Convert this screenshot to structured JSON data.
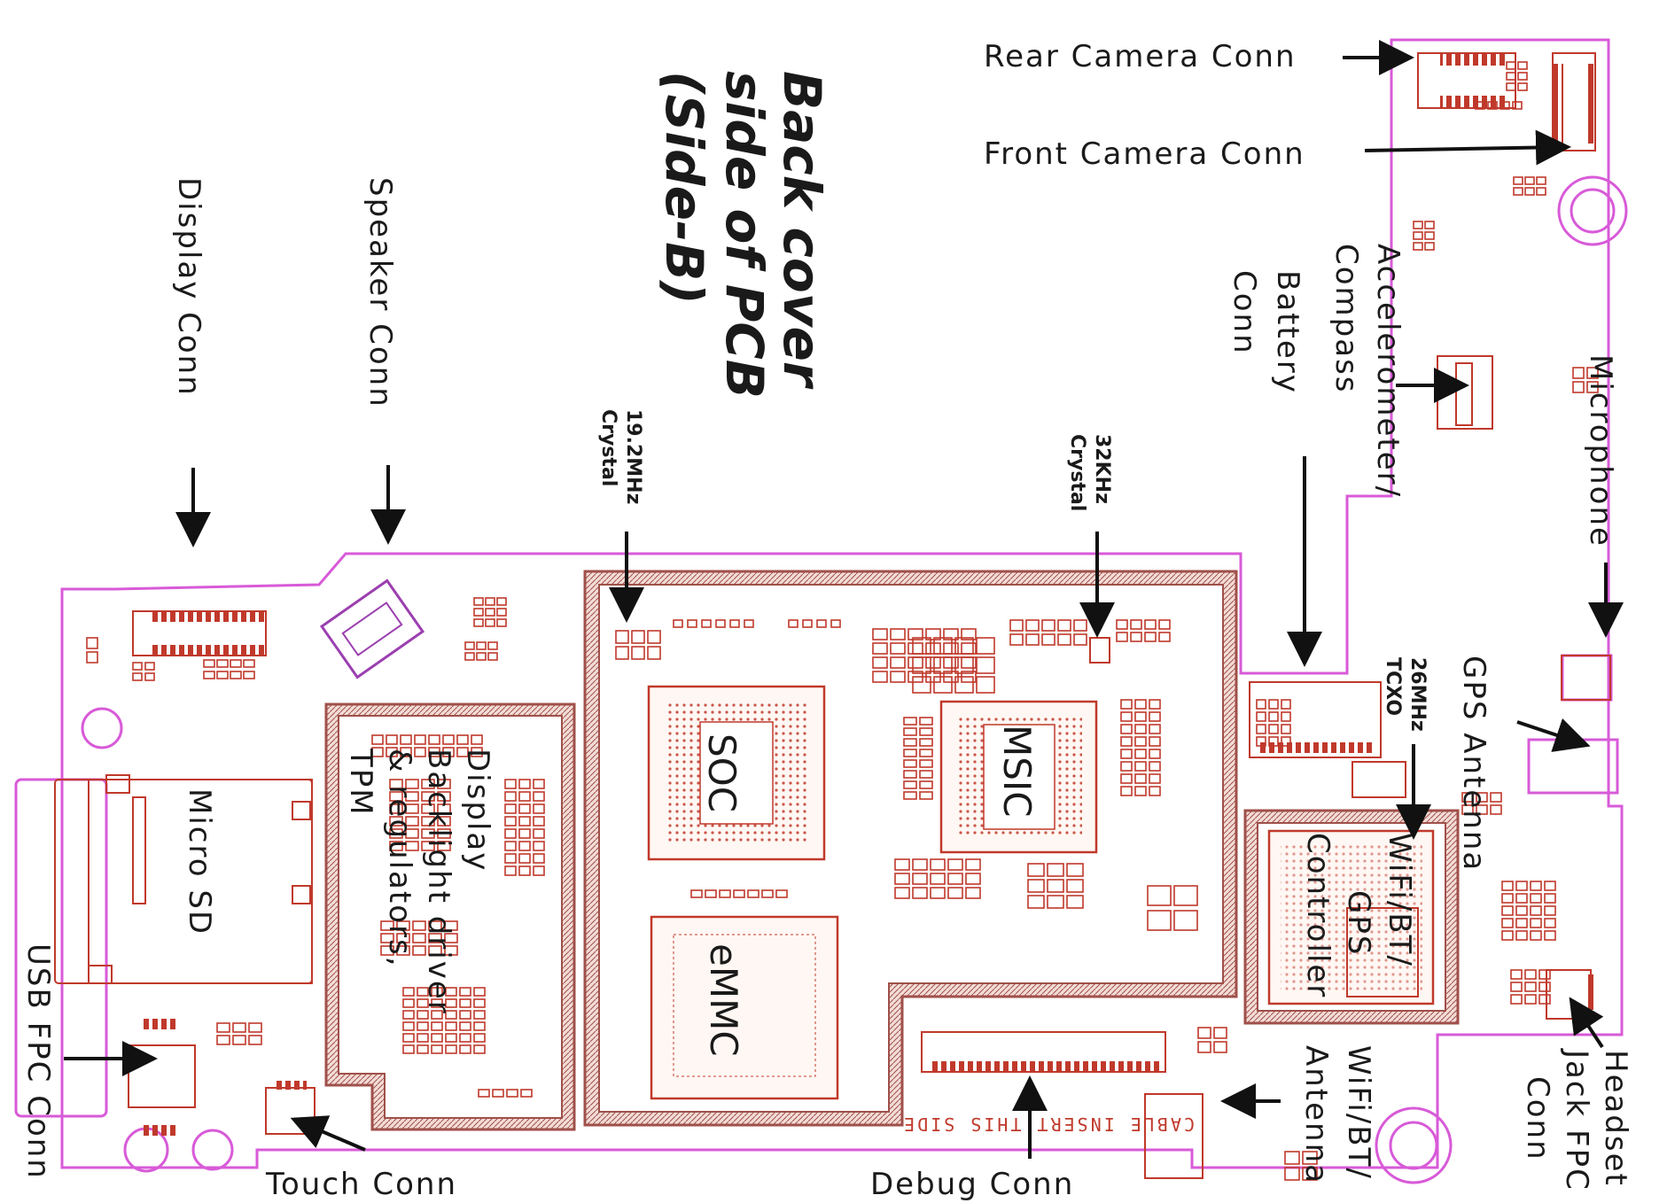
{
  "title": {
    "line1": "Back cover",
    "line2": "side of PCB",
    "line3": "(Side-B)"
  },
  "labels": {
    "rear_camera": "Rear  Camera  Conn",
    "front_camera": "Front  Camera  Conn",
    "display_conn": "Display  Conn",
    "speaker_conn": "Speaker  Conn",
    "battery_line1": "Battery",
    "battery_line2": "Conn",
    "accel_line1": "Accelerometer/",
    "accel_line2": "Compass",
    "microphone": "Microphone",
    "crystal_19_line1": "19.2MHz",
    "crystal_19_line2": "Crystal",
    "crystal_32_line1": "32KHz",
    "crystal_32_line2": "Crystal",
    "tcxo_line1": "26MHz",
    "tcxo_line2": "TCXO",
    "gps_antenna": "GPS  Antenna",
    "micro_sd": "Micro SD",
    "display_driver_line1": "Display",
    "display_driver_line2": "Backlight driver",
    "display_driver_line3": "& regulators,",
    "display_driver_line4": "TPM",
    "soc": "SOC",
    "msic": "MSIC",
    "emmc": "eMMC",
    "wifi_line1": "WiFi/BT/",
    "wifi_line2": "GPS",
    "wifi_line3": "Controller",
    "usb_fpc": "USB  FPC  Conn",
    "touch_conn": "Touch Conn",
    "debug_conn": "Debug  Conn",
    "wifi_ant_line1": "WiFi/BT/",
    "wifi_ant_line2": "Antenna",
    "headset_line1": "Headset",
    "headset_line2": "Jack FPC",
    "headset_line3": "Conn",
    "silk_cable": "CABLE INSERT THIS SIDE"
  },
  "colors": {
    "board_outline": "#d85ad8",
    "components": "#c0392b",
    "shield": "#a0504a",
    "text": "#1a1a1a"
  }
}
